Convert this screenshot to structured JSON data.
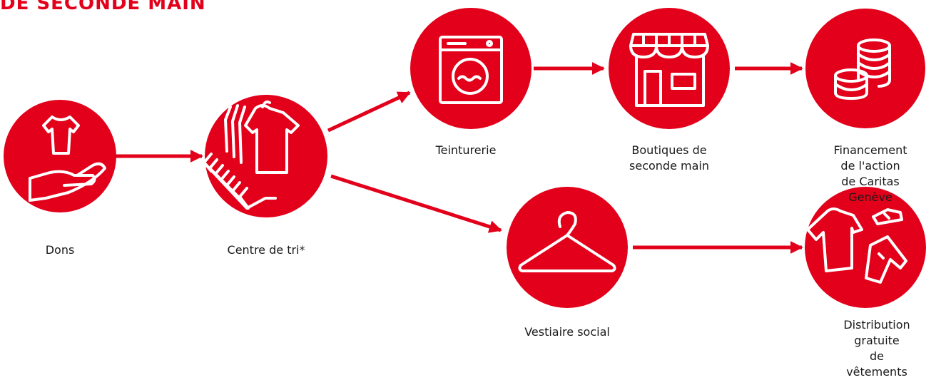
{
  "header": {
    "title": "DE SECONDE MAIN"
  },
  "colors": {
    "accent": "#e2001a",
    "icon_stroke": "#ffffff",
    "text": "#1a1a1a"
  },
  "nodes": [
    {
      "id": "dons",
      "label": "Dons",
      "icon": "hand-tshirt-icon"
    },
    {
      "id": "tri",
      "label": "Centre de tri*",
      "icon": "hanging-clothes-icon"
    },
    {
      "id": "teinturerie",
      "label": "Teinturerie",
      "icon": "washing-machine-icon"
    },
    {
      "id": "boutiques",
      "label": "Boutiques de\nseconde main",
      "icon": "shop-icon"
    },
    {
      "id": "financement",
      "label": "Financement de l'action\nde Caritas Genève",
      "icon": "coins-icon"
    },
    {
      "id": "vestiaire",
      "label": "Vestiaire social",
      "icon": "hanger-icon"
    },
    {
      "id": "distribution",
      "label": "Distribution gratuite\nde vêtements",
      "icon": "clothes-icon"
    }
  ],
  "edges": [
    {
      "from": "dons",
      "to": "tri"
    },
    {
      "from": "tri",
      "to": "teinturerie"
    },
    {
      "from": "teinturerie",
      "to": "boutiques"
    },
    {
      "from": "boutiques",
      "to": "financement"
    },
    {
      "from": "tri",
      "to": "vestiaire"
    },
    {
      "from": "vestiaire",
      "to": "distribution"
    }
  ]
}
